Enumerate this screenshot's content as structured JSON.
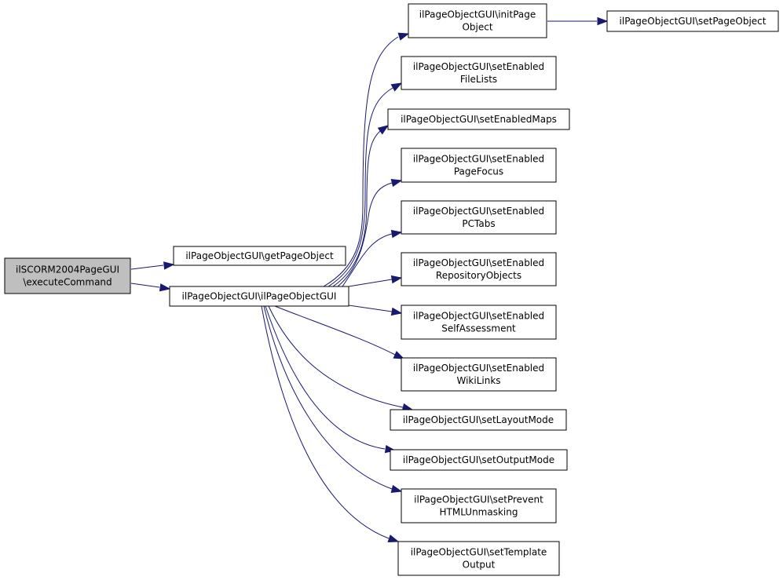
{
  "colors": {
    "edge": "#191970",
    "node_fill": "#ffffff",
    "root_fill": "#bfbfbf",
    "border": "#000000"
  },
  "nodes": {
    "root": {
      "lines": [
        "ilSCORM2004PageGUI",
        "\\executeCommand"
      ]
    },
    "getPageObject": {
      "lines": [
        "ilPageObjectGUI\\getPageObject"
      ]
    },
    "ctor": {
      "lines": [
        "ilPageObjectGUI\\ilPageObjectGUI"
      ]
    },
    "initPageObject": {
      "lines": [
        "ilPageObjectGUI\\initPage",
        "Object"
      ]
    },
    "setPageObject": {
      "lines": [
        "ilPageObjectGUI\\setPageObject"
      ]
    },
    "setEnabledFileLists": {
      "lines": [
        "ilPageObjectGUI\\setEnabled",
        "FileLists"
      ]
    },
    "setEnabledMaps": {
      "lines": [
        "ilPageObjectGUI\\setEnabledMaps"
      ]
    },
    "setEnabledPageFocus": {
      "lines": [
        "ilPageObjectGUI\\setEnabled",
        "PageFocus"
      ]
    },
    "setEnabledPCTabs": {
      "lines": [
        "ilPageObjectGUI\\setEnabled",
        "PCTabs"
      ]
    },
    "setEnabledRepositoryObjects": {
      "lines": [
        "ilPageObjectGUI\\setEnabled",
        "RepositoryObjects"
      ]
    },
    "setEnabledSelfAssessment": {
      "lines": [
        "ilPageObjectGUI\\setEnabled",
        "SelfAssessment"
      ]
    },
    "setEnabledWikiLinks": {
      "lines": [
        "ilPageObjectGUI\\setEnabled",
        "WikiLinks"
      ]
    },
    "setLayoutMode": {
      "lines": [
        "ilPageObjectGUI\\setLayoutMode"
      ]
    },
    "setOutputMode": {
      "lines": [
        "ilPageObjectGUI\\setOutputMode"
      ]
    },
    "setPreventHTMLUnmasking": {
      "lines": [
        "ilPageObjectGUI\\setPrevent",
        "HTMLUnmasking"
      ]
    },
    "setTemplateOutput": {
      "lines": [
        "ilPageObjectGUI\\setTemplate",
        "Output"
      ]
    }
  },
  "edges": [
    [
      "root",
      "getPageObject"
    ],
    [
      "root",
      "ctor"
    ],
    [
      "ctor",
      "initPageObject"
    ],
    [
      "initPageObject",
      "setPageObject"
    ],
    [
      "ctor",
      "setEnabledFileLists"
    ],
    [
      "ctor",
      "setEnabledMaps"
    ],
    [
      "ctor",
      "setEnabledPageFocus"
    ],
    [
      "ctor",
      "setEnabledPCTabs"
    ],
    [
      "ctor",
      "setEnabledRepositoryObjects"
    ],
    [
      "ctor",
      "setEnabledSelfAssessment"
    ],
    [
      "ctor",
      "setEnabledWikiLinks"
    ],
    [
      "ctor",
      "setLayoutMode"
    ],
    [
      "ctor",
      "setOutputMode"
    ],
    [
      "ctor",
      "setPreventHTMLUnmasking"
    ],
    [
      "ctor",
      "setTemplateOutput"
    ]
  ]
}
